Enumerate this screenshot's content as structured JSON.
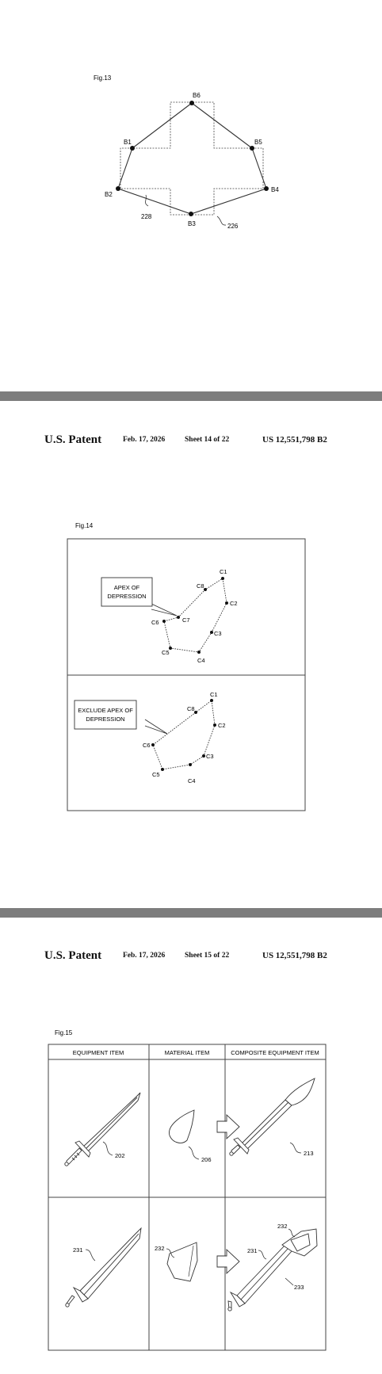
{
  "sheet13": {
    "fig_label": "Fig.13",
    "points": [
      "B1",
      "B2",
      "B3",
      "B4",
      "B5",
      "B6"
    ],
    "refs": [
      "228",
      "226"
    ]
  },
  "sheet14": {
    "header": {
      "patent": "U.S. Patent",
      "date": "Feb. 17, 2026",
      "sheet": "Sheet 14 of 22",
      "number": "US 12,551,798 B2"
    },
    "fig_label": "Fig.14",
    "top_points": [
      "C1",
      "C2",
      "C3",
      "C4",
      "C5",
      "C6",
      "C7",
      "C8"
    ],
    "top_callout": [
      "APEX OF",
      "DEPRESSION"
    ],
    "bottom_points": [
      "C1",
      "C2",
      "C3",
      "C4",
      "C5",
      "C6",
      "C8"
    ],
    "bottom_callout": [
      "EXCLUDE APEX OF",
      "DEPRESSION"
    ]
  },
  "sheet15": {
    "header": {
      "patent": "U.S. Patent",
      "date": "Feb. 17, 2026",
      "sheet": "Sheet 15 of 22",
      "number": "US 12,551,798 B2"
    },
    "fig_label": "Fig.15",
    "columns": [
      "EQUIPMENT ITEM",
      "MATERIAL ITEM",
      "COMPOSITE EQUIPMENT ITEM"
    ],
    "refs": {
      "sword": "202",
      "material_top": "206",
      "composite_top": "213",
      "blade": "231",
      "material_bottom": "232",
      "composite_231": "231",
      "composite_232": "232",
      "composite_233": "233"
    }
  }
}
